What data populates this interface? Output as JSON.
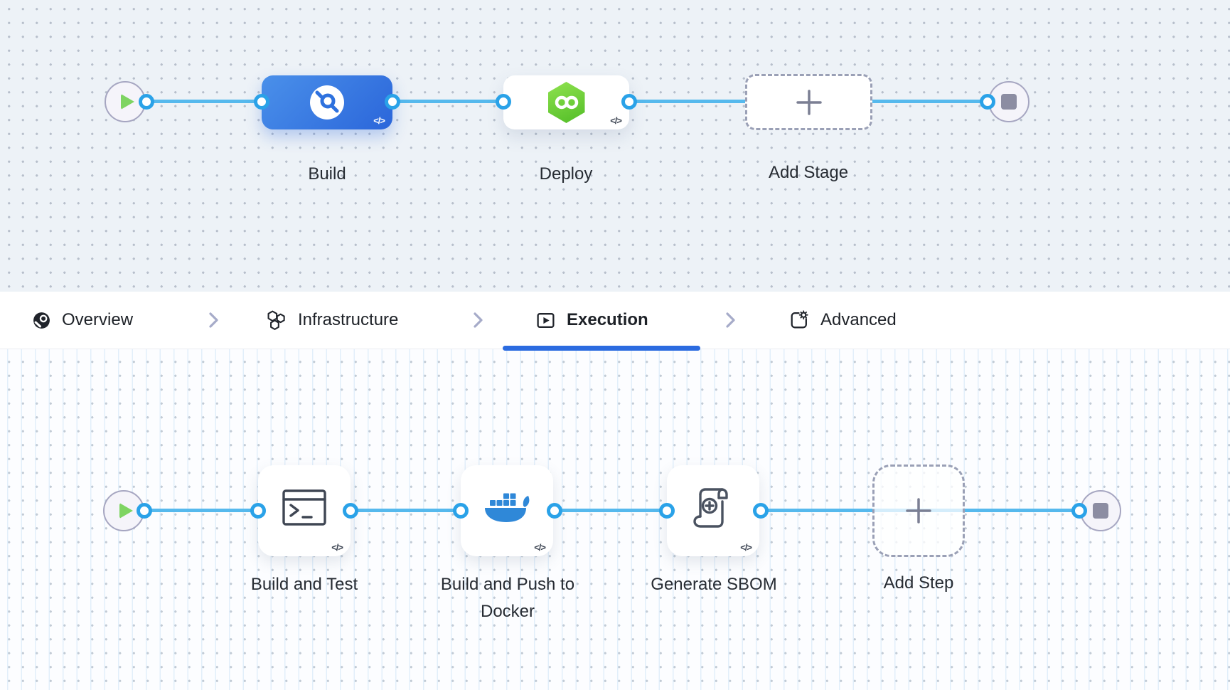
{
  "glyphs": {
    "code": "</>"
  },
  "stage_pipeline": {
    "stages": [
      {
        "label": "Build",
        "kind": "ci-stage",
        "selected": true
      },
      {
        "label": "Deploy",
        "kind": "cd-stage",
        "selected": false
      },
      {
        "label": "Add Stage",
        "kind": "add-stage",
        "selected": false
      }
    ]
  },
  "tabs": {
    "items": [
      {
        "label": "Overview",
        "active": false
      },
      {
        "label": "Infrastructure",
        "active": false
      },
      {
        "label": "Execution",
        "active": true
      },
      {
        "label": "Advanced",
        "active": false
      }
    ],
    "active_label": "Execution"
  },
  "execution_pipeline": {
    "steps": [
      {
        "label": "Build and Test",
        "kind": "run-step"
      },
      {
        "label": "Build and Push to Docker",
        "kind": "docker-step"
      },
      {
        "label": "Generate SBOM",
        "kind": "sbom-step"
      },
      {
        "label": "Add Step",
        "kind": "add-step"
      }
    ]
  },
  "colors": {
    "connector_blue": "#56b9ed",
    "dot_ring_blue": "#2aa2e8",
    "active_tab_underline": "#2b6be0",
    "ci_stage_blue": "#3579e2",
    "cd_stage_green": "#6fd13c",
    "docker_blue": "#2f88d8",
    "play_green": "#7ed462",
    "stop_gray": "#8c8da2",
    "canvas_top_bg": "#edf2f7",
    "canvas_bottom_bg": "#fcfdff"
  }
}
